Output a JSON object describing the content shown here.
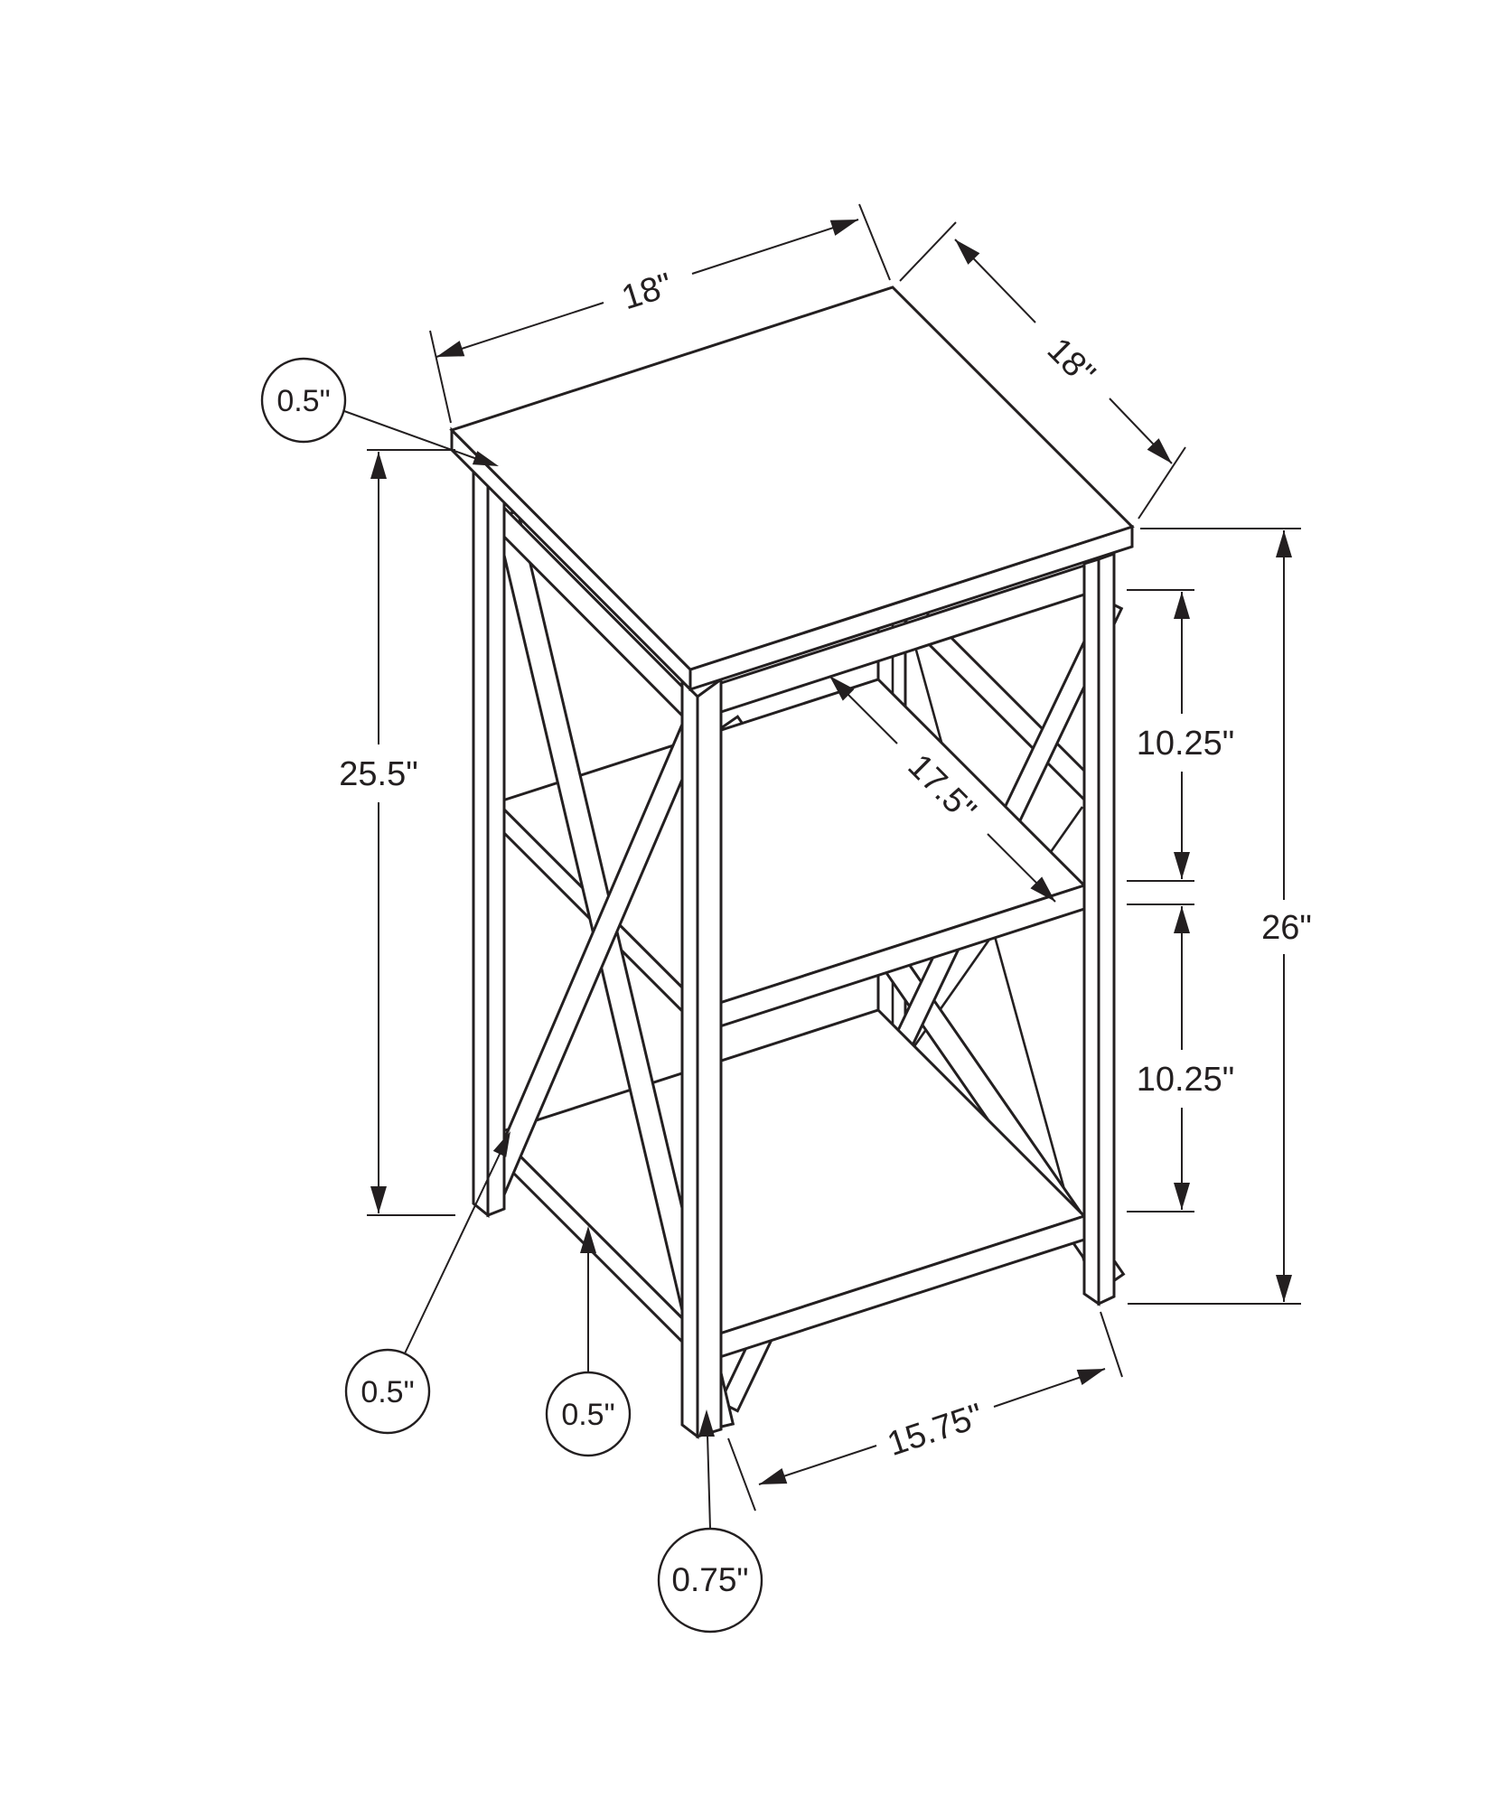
{
  "page": {
    "background": "#ffffff"
  },
  "drawing": {
    "type": "furniture-dimension-diagram",
    "subject": "accent side table with X-frame sides and two lower shelves",
    "line_color": "#231f20",
    "labels": {
      "top_width": "18\"",
      "top_depth": "18\"",
      "top_thickness": "0.5\"",
      "side_height": "25.5\"",
      "upper_shelf_gap": "10.25\"",
      "overall_height": "26\"",
      "shelf_diagonal": "17.5\"",
      "lower_shelf_gap": "10.25\"",
      "brace_thickness": "0.5\"",
      "shelf_thickness": "0.5\"",
      "leg_thickness": "0.75\"",
      "base_width": "15.75\""
    }
  }
}
